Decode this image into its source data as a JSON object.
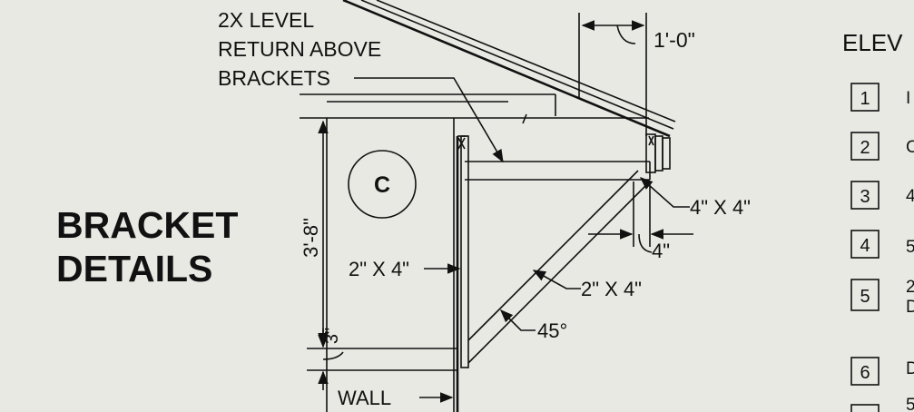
{
  "title": {
    "line1": "BRACKET",
    "line2": "DETAILS"
  },
  "callouts": {
    "return_line1": "2X LEVEL",
    "return_line2": "RETURN ABOVE",
    "return_line3": "BRACKETS",
    "overhang": "1'-0\"",
    "height": "3'-8\"",
    "circle_tag": "C",
    "vertical_member": "2\" X 4\"",
    "top_post": "4\" X 4\"",
    "offset": "4\"",
    "brace": "2\" X 4\"",
    "angle": "45",
    "angle_unit": "°",
    "bottom_dim": "3\"",
    "wall": "WALL"
  },
  "elevation": {
    "heading": "ELEV",
    "items": [
      {
        "num": "1",
        "text": "I"
      },
      {
        "num": "2",
        "text": "C"
      },
      {
        "num": "3",
        "text": "4"
      },
      {
        "num": "4",
        "text": "5"
      },
      {
        "num": "5",
        "text": "2",
        "text2": "D"
      },
      {
        "num": "6",
        "text": "D"
      },
      {
        "num": "",
        "text": "5"
      }
    ]
  },
  "colors": {
    "background": "#e9e9e4",
    "ink": "#111111"
  }
}
